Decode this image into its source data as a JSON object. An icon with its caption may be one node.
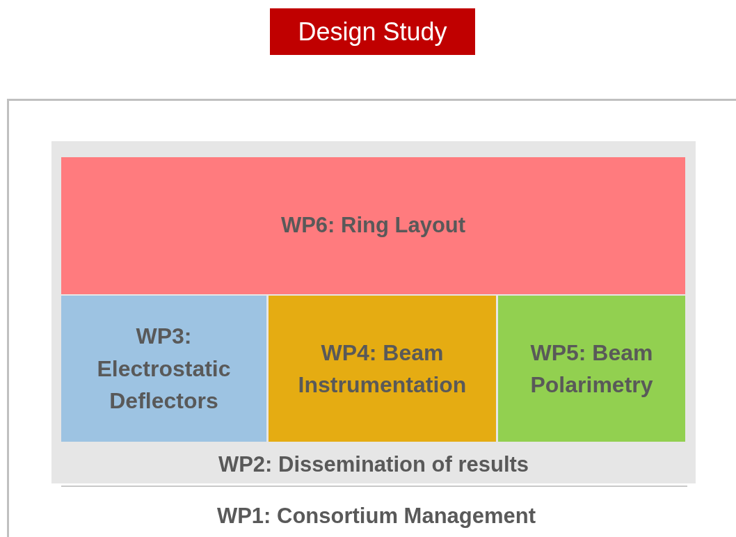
{
  "diagram": {
    "nodes": [
      {
        "text": [
          "Design Study"
        ]
      },
      {
        "text": [
          "WP1: Consortium Management"
        ]
      },
      {
        "text": [
          "WP2: Dissemination of results"
        ],
        "in": 1
      },
      {
        "text": [
          "WP6: Ring Layout"
        ],
        "in": 2
      },
      {
        "text": [
          "WP3: Electrostatic Deflectors"
        ],
        "in": 2
      },
      {
        "text": [
          "WP4: Beam Instrumentation"
        ],
        "in": 2
      },
      {
        "text": [
          "WP5: Beam Polarimetry"
        ],
        "in": 2
      }
    ]
  }
}
